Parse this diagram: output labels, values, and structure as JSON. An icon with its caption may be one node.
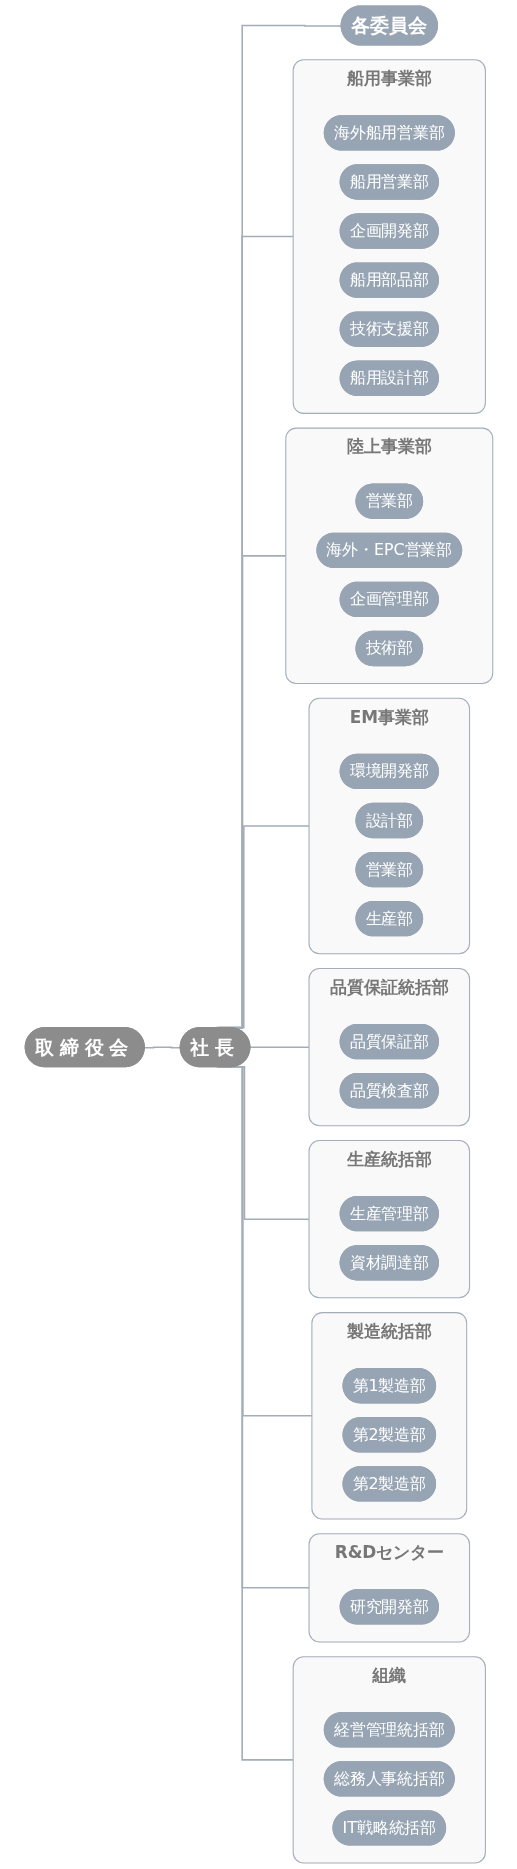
{
  "diagram": {
    "nodes": [
      {
        "text": [
          "取締役会"
        ]
      },
      {
        "text": [
          "社長"
        ]
      },
      {
        "text": [
          "各委員会"
        ]
      },
      {
        "text": [
          "船用事業部"
        ]
      },
      {
        "text": [
          "海外船用営業部"
        ],
        "in": 3
      },
      {
        "text": [
          "船用営業部"
        ],
        "in": 3
      },
      {
        "text": [
          "企画開発部"
        ],
        "in": 3
      },
      {
        "text": [
          "船用部品部"
        ],
        "in": 3
      },
      {
        "text": [
          "技術支援部"
        ],
        "in": 3
      },
      {
        "text": [
          "船用設計部"
        ],
        "in": 3
      },
      {
        "text": [
          "陸上事業部"
        ]
      },
      {
        "text": [
          "営業部"
        ],
        "in": 10
      },
      {
        "text": [
          "海外・EPC営業部"
        ],
        "in": 10
      },
      {
        "text": [
          "企画管理部"
        ],
        "in": 10
      },
      {
        "text": [
          "技術部"
        ],
        "in": 10
      },
      {
        "text": [
          "EM事業部"
        ]
      },
      {
        "text": [
          "環境開発部"
        ],
        "in": 15
      },
      {
        "text": [
          "設計部"
        ],
        "in": 15
      },
      {
        "text": [
          "営業部"
        ],
        "in": 15
      },
      {
        "text": [
          "生産部"
        ],
        "in": 15
      },
      {
        "text": [
          "品質保証統括部"
        ]
      },
      {
        "text": [
          "品質保証部"
        ],
        "in": 20
      },
      {
        "text": [
          "品質検査部"
        ],
        "in": 20
      },
      {
        "text": [
          "生産統括部"
        ]
      },
      {
        "text": [
          "生産管理部"
        ],
        "in": 23
      },
      {
        "text": [
          "資材調達部"
        ],
        "in": 23
      },
      {
        "text": [
          "製造統括部"
        ]
      },
      {
        "text": [
          "第1製造部"
        ],
        "in": 26
      },
      {
        "text": [
          "第2製造部"
        ],
        "in": 26
      },
      {
        "text": [
          "第2製造部"
        ],
        "in": 26
      },
      {
        "text": [
          "R&Dセンター"
        ]
      },
      {
        "text": [
          "研究開発部"
        ],
        "in": 30
      },
      {
        "text": [
          "組織"
        ]
      },
      {
        "text": [
          "経営管理統括部"
        ],
        "in": 32
      },
      {
        "text": [
          "総務人事統括部"
        ],
        "in": 32
      },
      {
        "text": [
          "IT戦略統括部"
        ],
        "in": 32
      }
    ],
    "edges": [
      {
        "from": 0,
        "to": 1,
        "arrow": "none"
      },
      {
        "from": 1,
        "to": 2,
        "arrow": "none"
      },
      {
        "from": 1,
        "to": 3,
        "arrow": "none"
      },
      {
        "from": 1,
        "to": 10,
        "arrow": "none"
      },
      {
        "from": 1,
        "to": 15,
        "arrow": "none"
      },
      {
        "from": 1,
        "to": 20,
        "arrow": "none"
      },
      {
        "from": 1,
        "to": 23,
        "arrow": "none"
      },
      {
        "from": 1,
        "to": 26,
        "arrow": "none"
      },
      {
        "from": 1,
        "to": 30,
        "arrow": "none"
      },
      {
        "from": 1,
        "to": 32,
        "arrow": "none"
      }
    ]
  }
}
